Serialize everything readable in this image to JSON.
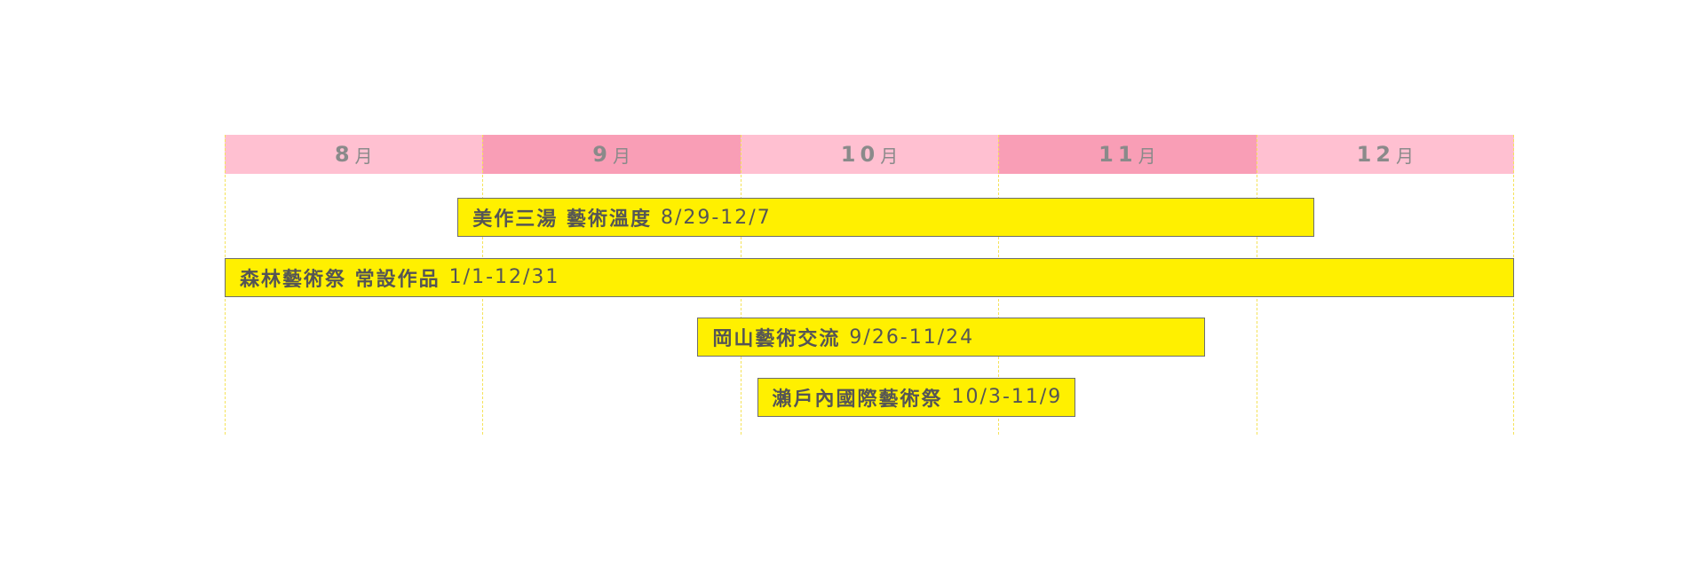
{
  "chart_data": {
    "type": "gantt",
    "months": [
      {
        "num": "8",
        "unit": "月"
      },
      {
        "num": "9",
        "unit": "月"
      },
      {
        "num": "10",
        "unit": "月"
      },
      {
        "num": "11",
        "unit": "月"
      },
      {
        "num": "12",
        "unit": "月"
      }
    ],
    "x_range": [
      "8/1",
      "12/31"
    ],
    "tasks": [
      {
        "name": "美作三湯 藝術溫度",
        "dates": "8/29-12/7",
        "start": "8/29",
        "end": "12/7"
      },
      {
        "name": "森林藝術祭 常設作品",
        "dates": "1/1-12/31",
        "start": "1/1",
        "end": "12/31"
      },
      {
        "name": "岡山藝術交流",
        "dates": "9/26-11/24",
        "start": "9/26",
        "end": "11/24"
      },
      {
        "name": "瀨戶內國際藝術祭",
        "dates": "10/3-11/9",
        "start": "10/3",
        "end": "11/9"
      }
    ]
  },
  "colors": {
    "month_light": "#ffc0d1",
    "month_dark": "#f99eb6",
    "bar_fill": "#fff000",
    "guide": "#f5e35a"
  }
}
